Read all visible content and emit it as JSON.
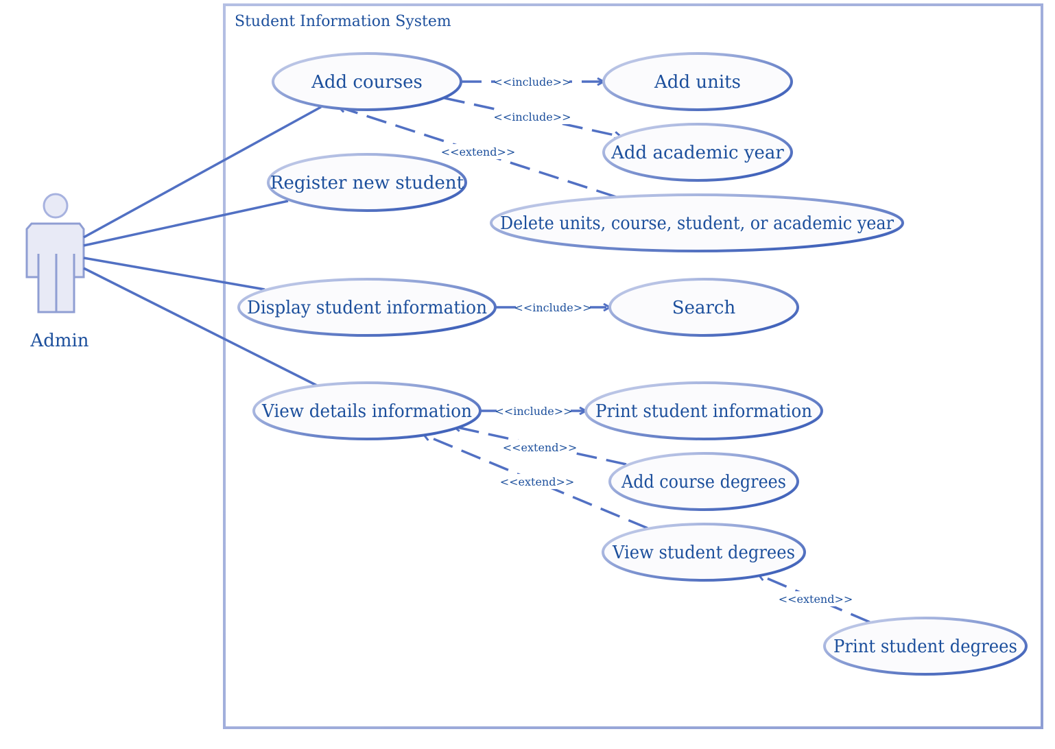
{
  "colors": {
    "line": "#5170c3",
    "text": "#1c4f9c",
    "ellipse_fill": "#fbfbfd",
    "ellipse_stroke_light": "#c3cbe6",
    "ellipse_stroke_dark": "#2f55b4",
    "boundary": "#9aa8d6",
    "actor_fill": "#e8eaf6",
    "actor_stroke": "#8f9ed3"
  },
  "system": {
    "title": "Student Information System"
  },
  "actor": {
    "label": "Admin",
    "icon": "actor-icon"
  },
  "use_cases": {
    "add_courses": "Add courses",
    "add_units": "Add units",
    "add_academic_year": "Add academic year",
    "register_new_student": "Register new student",
    "delete_items": "Delete units, course, student, or academic year",
    "display_student_info": "Display student information",
    "search": "Search",
    "view_details": "View details information",
    "print_student_info": "Print student information",
    "add_course_degrees": "Add course degrees",
    "view_student_degrees": "View student degrees",
    "print_student_degrees": "Print student degrees"
  },
  "relations": {
    "include_add_units": "<<include>>",
    "include_add_academic_year": "<<include>>",
    "extend_delete": "<<extend>>",
    "include_search": "<<include>>",
    "include_print_info": "<<include>>",
    "extend_add_course_degrees": "<<extend>>",
    "extend_view_student_degrees": "<<extend>>",
    "extend_print_student_degrees": "<<extend>>"
  }
}
